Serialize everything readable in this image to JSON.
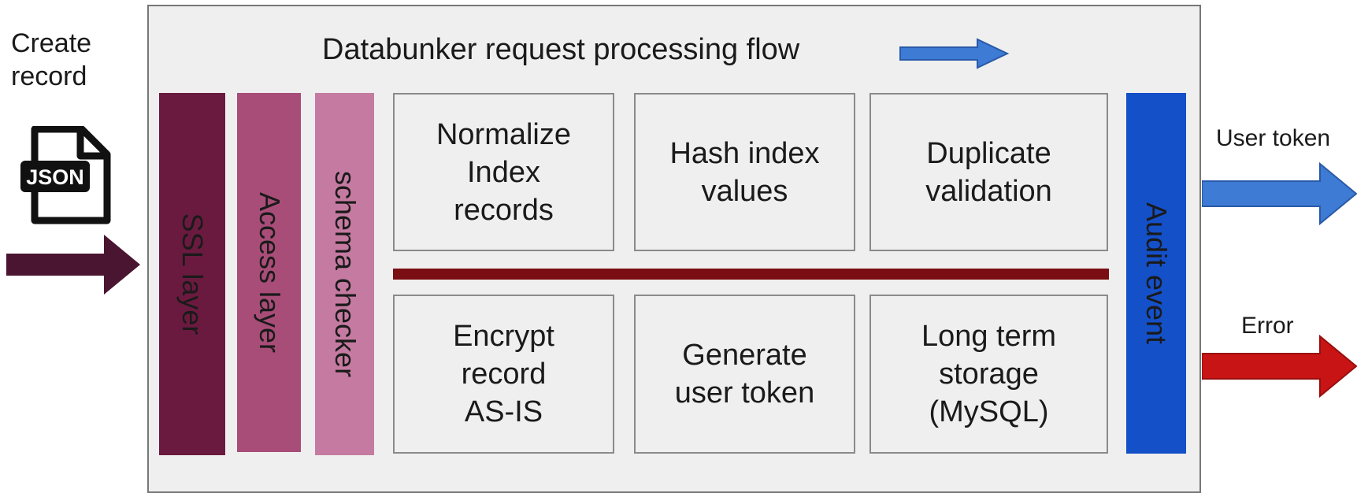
{
  "input": {
    "label": "Create\nrecord",
    "icon": "json-file-icon",
    "icon_text": "JSON"
  },
  "flow": {
    "title": "Databunker request processing flow"
  },
  "layers": [
    {
      "label": "SSL layer",
      "color": "#6b1a3f"
    },
    {
      "label": "Access layer",
      "color": "#a84d78"
    },
    {
      "label": "schema checker",
      "color": "#c57ba1"
    }
  ],
  "steps": [
    {
      "label": "Normalize\nIndex\nrecords"
    },
    {
      "label": "Hash index\nvalues"
    },
    {
      "label": "Duplicate\nvalidation"
    },
    {
      "label": "Encrypt\nrecord\nAS-IS"
    },
    {
      "label": "Generate\nuser token"
    },
    {
      "label": "Long term\nstorage\n(MySQL)"
    }
  ],
  "audit": {
    "label": "Audit event",
    "color": "#1450c8"
  },
  "outputs": {
    "token_label": "User token",
    "error_label": "Error"
  },
  "colors": {
    "input_arrow": "#4a1530",
    "title_arrow": "#3d7bd4",
    "divider": "#7a0e12",
    "token_arrow": "#3d7bd4",
    "error_arrow": "#c81414",
    "box_bg": "#efefef",
    "box_border": "#8a8a8a"
  }
}
